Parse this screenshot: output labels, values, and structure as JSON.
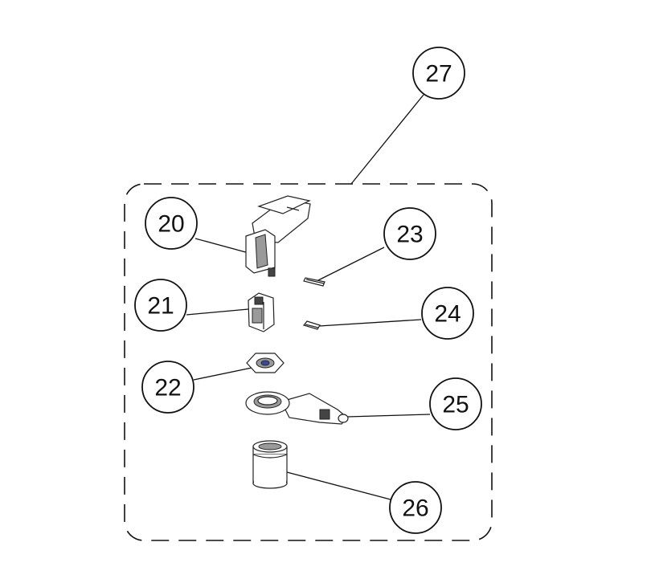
{
  "callouts": [
    {
      "id": "callout-27",
      "label": "27"
    },
    {
      "id": "callout-20",
      "label": "20"
    },
    {
      "id": "callout-21",
      "label": "21"
    },
    {
      "id": "callout-22",
      "label": "22"
    },
    {
      "id": "callout-23",
      "label": "23"
    },
    {
      "id": "callout-24",
      "label": "24"
    },
    {
      "id": "callout-25",
      "label": "25"
    },
    {
      "id": "callout-26",
      "label": "26"
    }
  ]
}
